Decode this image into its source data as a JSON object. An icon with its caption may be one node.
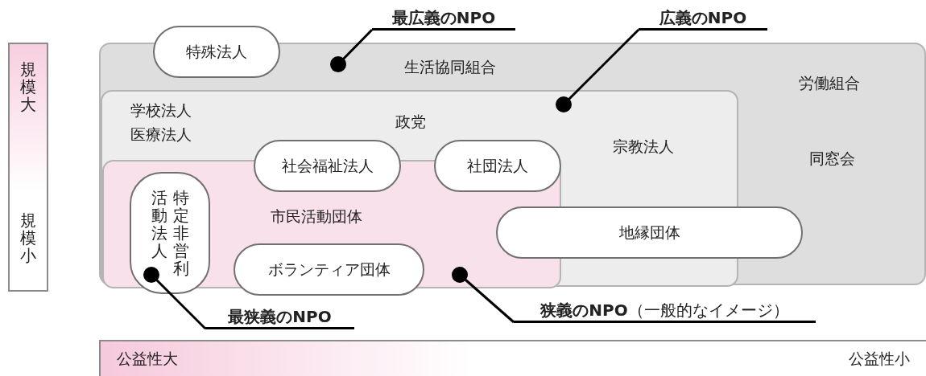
{
  "diagram": {
    "nodes": [
      {
        "text": [
          "生活協同組合",
          "労働組合",
          "同窓会"
        ]
      },
      {
        "text": [
          "学校法人",
          "医療法人",
          "政党",
          "宗教法人"
        ],
        "in": 0
      },
      {
        "text": [
          "市民活動団体"
        ],
        "in": 1
      },
      {
        "text": [
          "特殊法人"
        ]
      },
      {
        "text": [
          "社会福祉法人"
        ],
        "in": 1
      },
      {
        "text": [
          "社団法人"
        ],
        "in": 1
      },
      {
        "text": [
          "特定非営利活動法人"
        ],
        "in": 2
      },
      {
        "text": [
          "ボランティア団体"
        ],
        "in": 2
      },
      {
        "text": [
          "地縁団体"
        ],
        "in": 0
      },
      {
        "text": [
          "最広義のNPO"
        ]
      },
      {
        "text": [
          "広義のNPO"
        ]
      },
      {
        "text": [
          "最狭義のNPO"
        ]
      },
      {
        "text": [
          "**狭義のNPO**（一般的なイメージ）"
        ]
      }
    ],
    "edges": [
      {
        "from": 9,
        "to": 0,
        "arrow": "other"
      },
      {
        "from": 10,
        "to": 1,
        "arrow": "other"
      },
      {
        "from": 11,
        "to": 6,
        "arrow": "other"
      },
      {
        "from": 12,
        "to": 2,
        "arrow": "other"
      }
    ],
    "labels": [
      "規模大",
      "規模小",
      "公益性大",
      "公益性小"
    ]
  }
}
